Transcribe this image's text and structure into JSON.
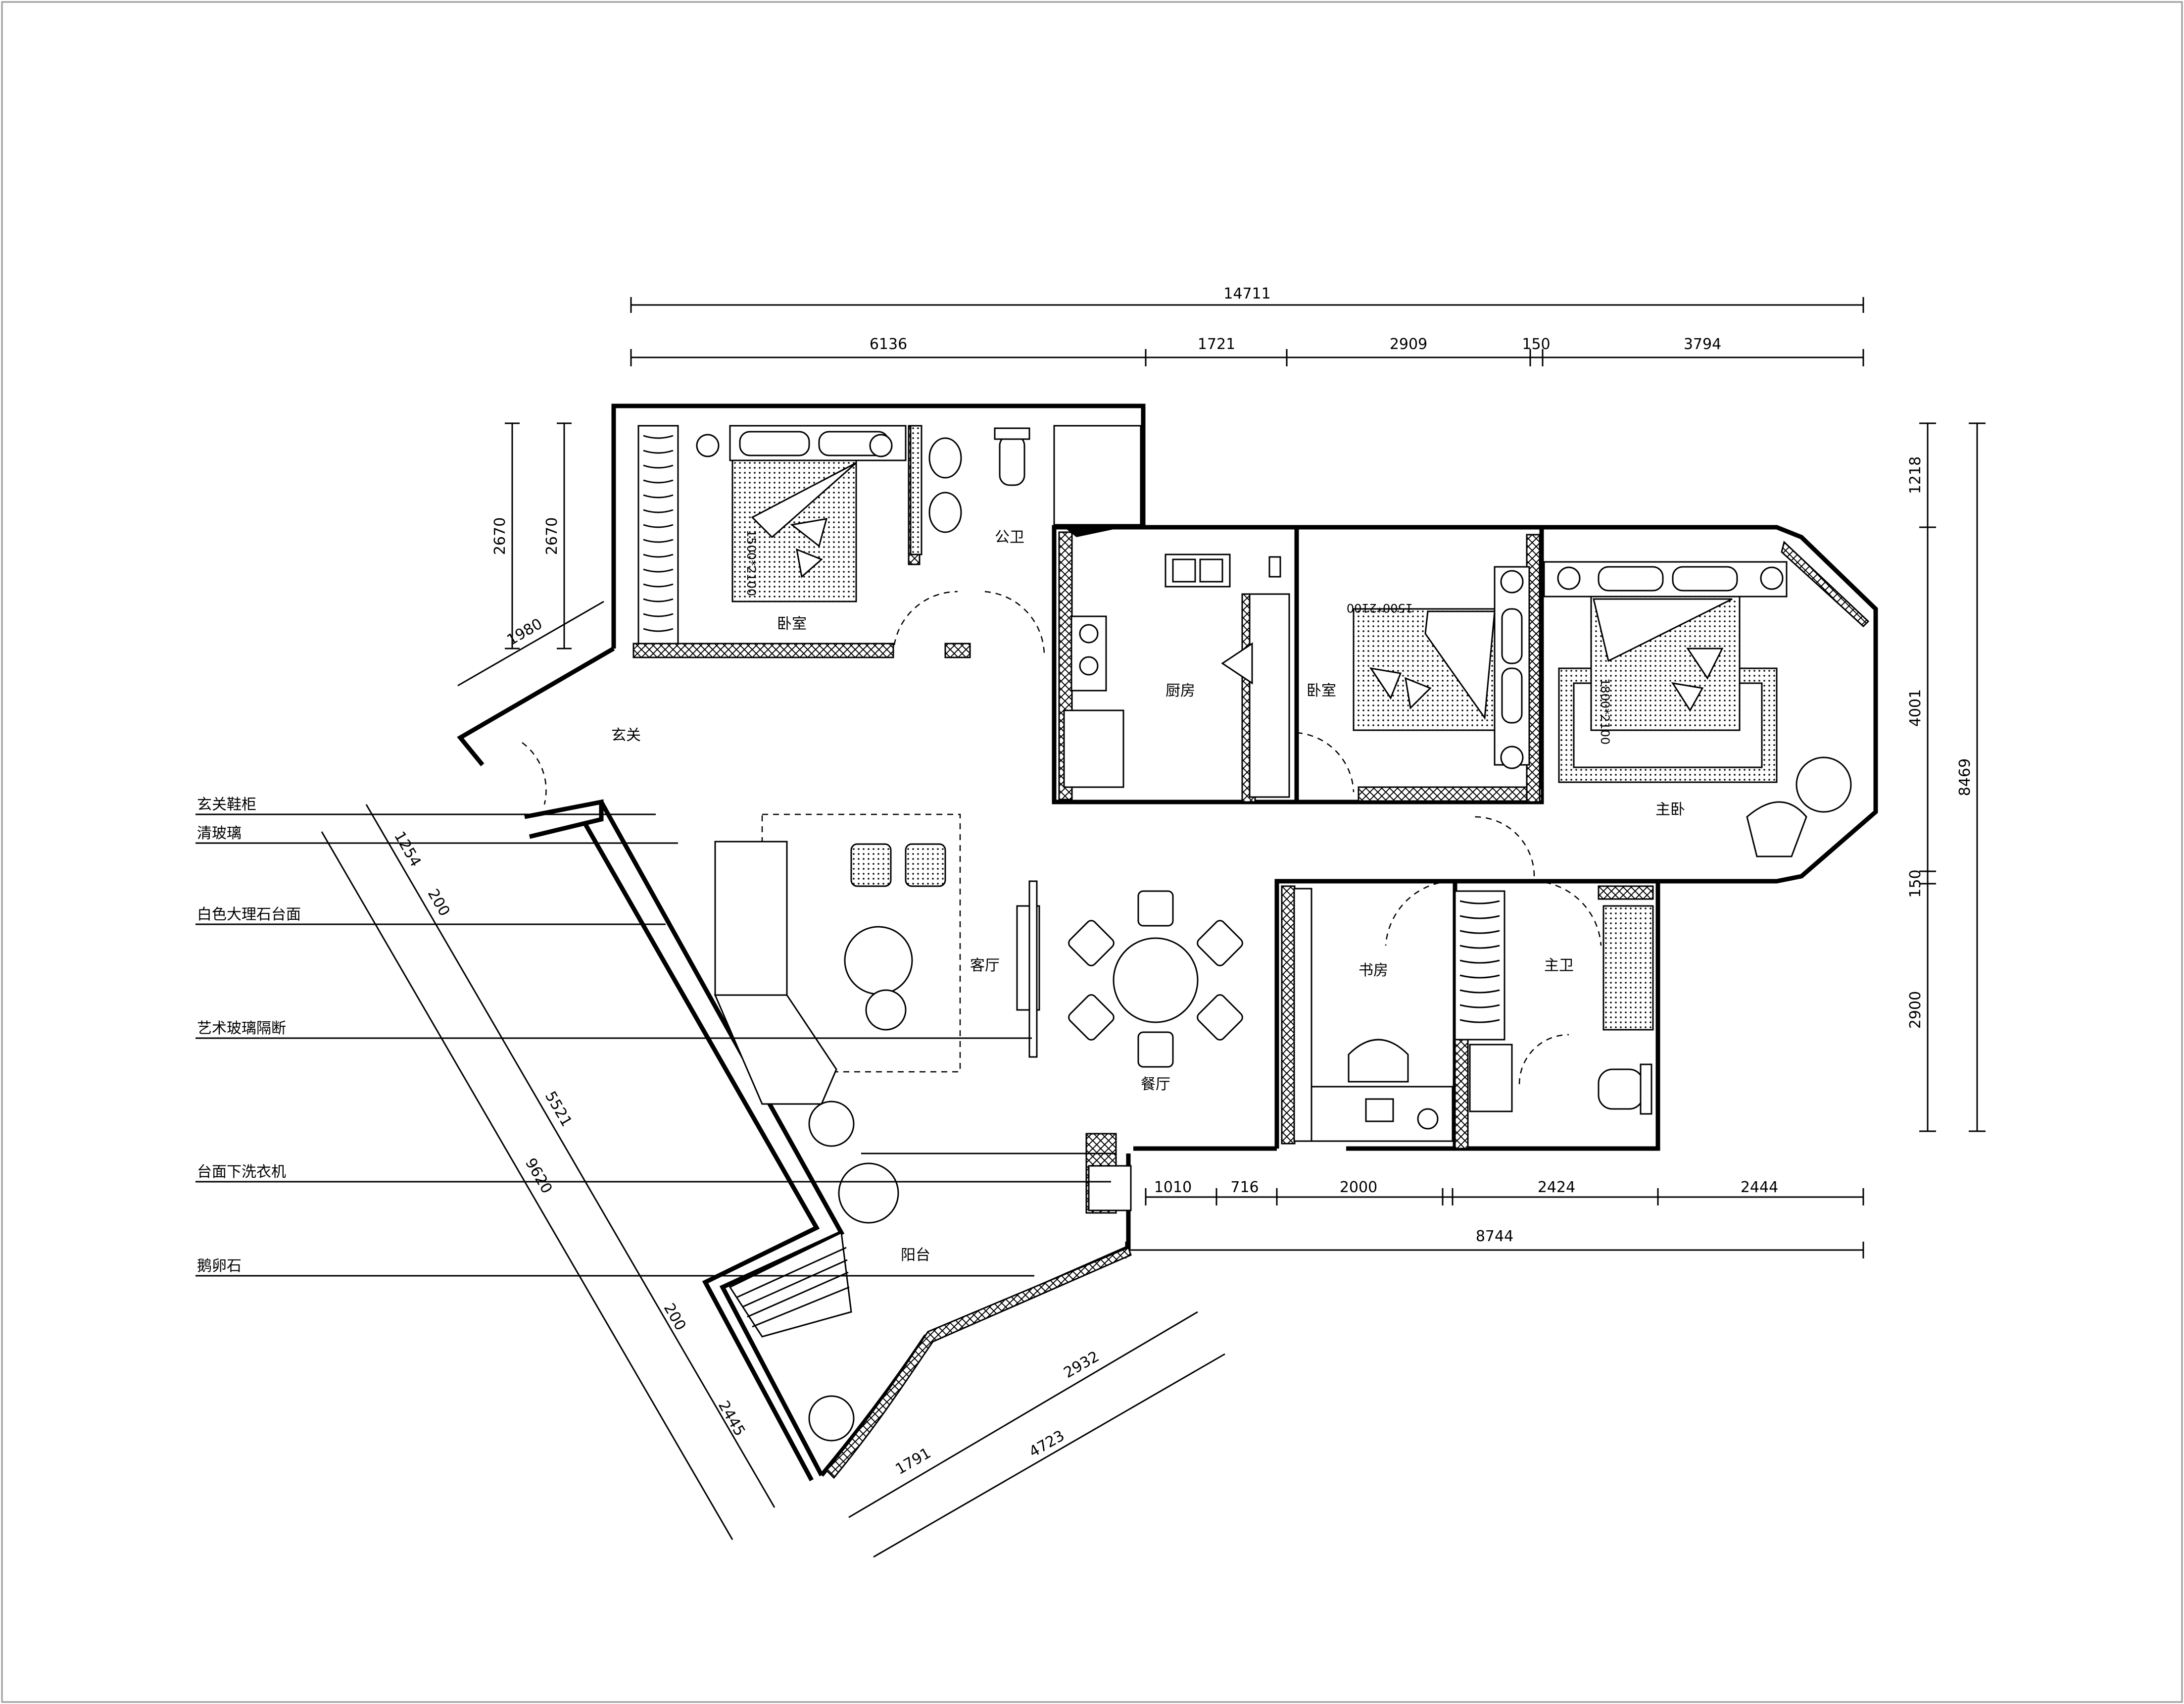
{
  "dimensions": {
    "top_total": "14711",
    "top_segments": [
      "6136",
      "1721",
      "2909",
      "150",
      "3794"
    ],
    "left_a": "2670",
    "left_b": "2670",
    "left_angled": "1980",
    "right_segments": [
      "1218",
      "4001",
      "150",
      "2900"
    ],
    "right_total": "8469",
    "bottom_segments": [
      "1010",
      "716",
      "2000",
      "2424",
      "2444"
    ],
    "bottom_total": "8744",
    "diag_a": [
      "1254",
      "200",
      "5521"
    ],
    "diag_b": [
      "9620",
      "200",
      "2445"
    ],
    "balcony_a": [
      "2932",
      "1791"
    ],
    "balcony_b": "4723"
  },
  "rooms": {
    "bedroom_1": "卧室",
    "public_bath": "公卫",
    "kitchen": "厨房",
    "bedroom_2": "卧室",
    "master_bedroom": "主卧",
    "foyer": "玄关",
    "living_room": "客厅",
    "dining_room": "餐厅",
    "study": "书房",
    "master_bath": "主卫",
    "balcony": "阳台"
  },
  "bed_labels": {
    "bed_1": "1500*2100",
    "bed_2": "1500*2100",
    "bed_master": "1800*2100"
  },
  "annotations": [
    "玄关鞋柜",
    "清玻璃",
    "白色大理石台面",
    "艺术玻璃隔断",
    "台面下洗衣机",
    "鹅卵石"
  ]
}
